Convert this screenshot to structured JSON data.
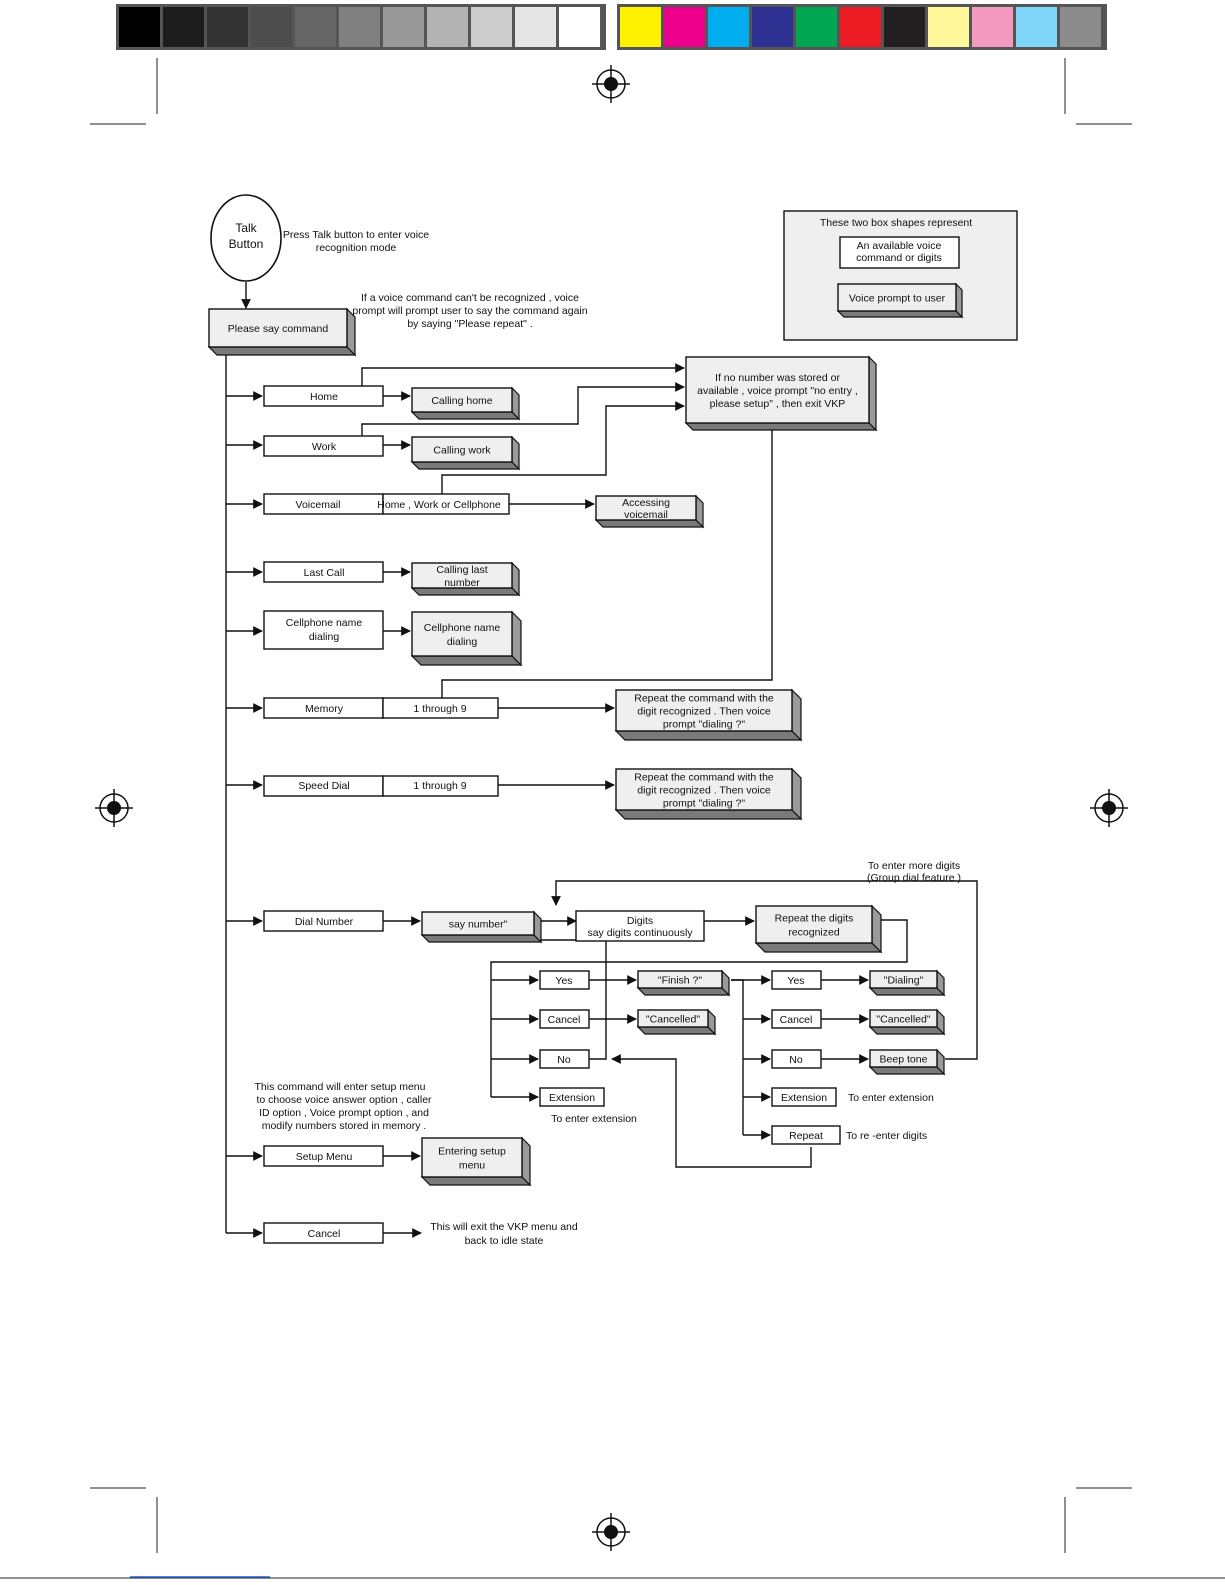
{
  "color_bar": {
    "grays": [
      "#000000",
      "#1c1c1c",
      "#333333",
      "#4d4d4d",
      "#666666",
      "#808080",
      "#999999",
      "#b3b3b3",
      "#cccccc",
      "#e6e6e6",
      "#ffffff"
    ],
    "colors": [
      "#fff200",
      "#ec008c",
      "#00aeef",
      "#2e3192",
      "#00a651",
      "#ed1c24",
      "#231f20",
      "#fff799",
      "#f49ac1",
      "#7fd5f7",
      "#8c8c8c"
    ]
  },
  "talk": {
    "line1": "Talk",
    "line2": "Button",
    "note_l1": "Press Talk button to enter voice",
    "note_l2": "recognition mode"
  },
  "legend": {
    "title": "These two box shapes represent",
    "cmd_l1": "An available voice",
    "cmd_l2": "command or digits",
    "prompt": "Voice prompt to user"
  },
  "please_say": "Please say command",
  "repeat_note": {
    "l1": "If a voice command can't be recognized    , voice",
    "l2": "prompt will prompt user to say the command again",
    "l3": "by saying \"Please repeat\"   ."
  },
  "no_entry": {
    "l1": "If no number was stored or",
    "l2": "available , voice prompt \"no entry  ,",
    "l3": "please setup\" , then exit VKP"
  },
  "home": {
    "cmd": "Home",
    "prompt": "Calling home"
  },
  "work": {
    "cmd": "Work",
    "prompt": "Calling work"
  },
  "voicemail": {
    "cmd": "Voicemail",
    "option": "Home , Work or Cellphone",
    "prompt_l1": "Accessing",
    "prompt_l2": "voicemail"
  },
  "last_call": {
    "cmd": "Last Call",
    "prompt_l1": "Calling last",
    "prompt_l2": "number"
  },
  "cell": {
    "cmd_l1": "Cellphone name",
    "cmd_l2": "dialing",
    "prompt_l1": "Cellphone name",
    "prompt_l2": "dialing"
  },
  "memory": {
    "cmd": "Memory",
    "option": "1 through  9",
    "prompt_l1": "Repeat the command with the",
    "prompt_l2": "digit recognized  .  Then voice",
    "prompt_l3": "prompt \"dialing  ?\""
  },
  "speed": {
    "cmd": "Speed Dial",
    "option": "1 through  9",
    "prompt_l1": "Repeat the command with the",
    "prompt_l2": "digit recognized  .  Then voice",
    "prompt_l3": "prompt \"dialing  ?\""
  },
  "dial": {
    "cmd": "Dial Number",
    "say_number": "say number\"",
    "digits_l1": "Digits",
    "digits_l2": "say digits continuously",
    "repeat_l1": "Repeat the digits",
    "repeat_l2": "recognized",
    "more_l1": "To enter more digits",
    "more_l2": "(Group dial feature  )",
    "yes": "Yes",
    "cancel": "Cancel",
    "no": "No",
    "extension": "Extension",
    "to_ext": "To enter extension",
    "finish": "\"Finish ?\"",
    "cancelled": "\"Cancelled\"",
    "yes2": "Yes",
    "cancel2": "Cancel",
    "no2": "No",
    "extension2": "Extension",
    "repeat": "Repeat",
    "dialing": "\"Dialing\"",
    "cancelled2": "\"Cancelled\"",
    "beep": "Beep tone",
    "to_ext2": "To enter extension",
    "to_reenter": "To re -enter digits"
  },
  "setup": {
    "note_l1": "This command will enter setup menu",
    "note_l2": "to choose voice answer option   , caller",
    "note_l3": "ID option , Voice prompt option   , and",
    "note_l4": "modify numbers stored in memory   .",
    "cmd": "Setup Menu",
    "prompt_l1": "Entering setup",
    "prompt_l2": "menu"
  },
  "cancel": {
    "cmd": "Cancel",
    "note_l1": "This will exit the VKP menu and",
    "note_l2": "back to idle state"
  }
}
